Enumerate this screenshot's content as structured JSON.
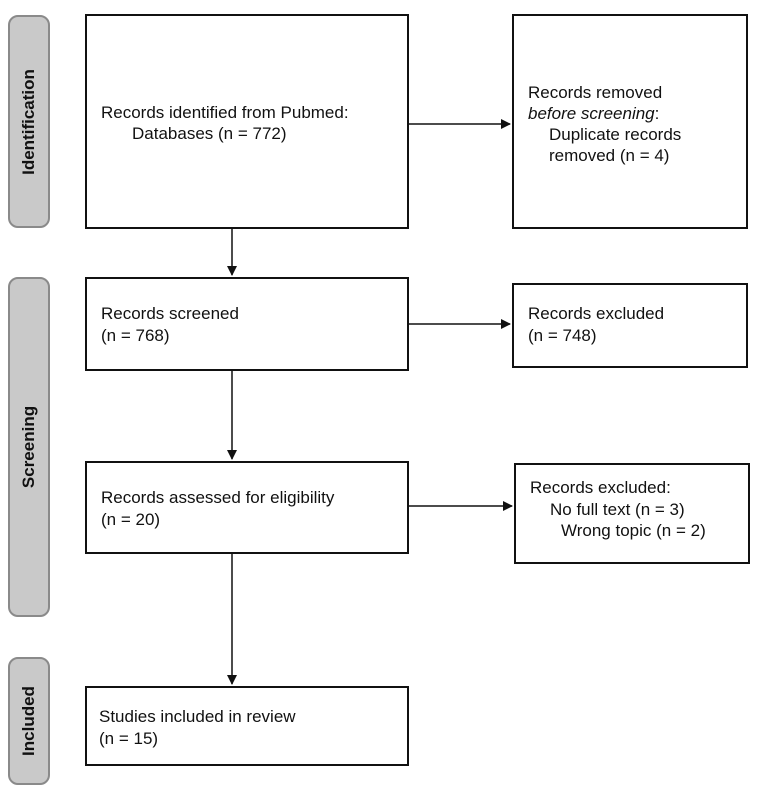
{
  "phases": {
    "identification": "Identification",
    "screening": "Screening",
    "included": "Included"
  },
  "boxes": {
    "identified": {
      "line1": "Records identified from Pubmed:",
      "line2": "Databases (n = 772)"
    },
    "removed": {
      "line1": "Records removed",
      "line2": "before screening",
      "line2_suffix": ":",
      "line3": "Duplicate records",
      "line4": "removed  (n = 4)"
    },
    "screened": {
      "line1": "Records screened",
      "line2": "(n = 768)"
    },
    "excluded_screen": {
      "line1": "Records excluded",
      "line2": "(n = 748)"
    },
    "assessed": {
      "line1": "Records assessed for eligibility",
      "line2": "(n = 20)"
    },
    "excluded_full": {
      "line1": "Records excluded:",
      "line2": "No full text (n = 3)",
      "line3": "Wrong topic (n = 2)"
    },
    "included": {
      "line1": "Studies included in review",
      "line2": "(n = 15)"
    }
  }
}
